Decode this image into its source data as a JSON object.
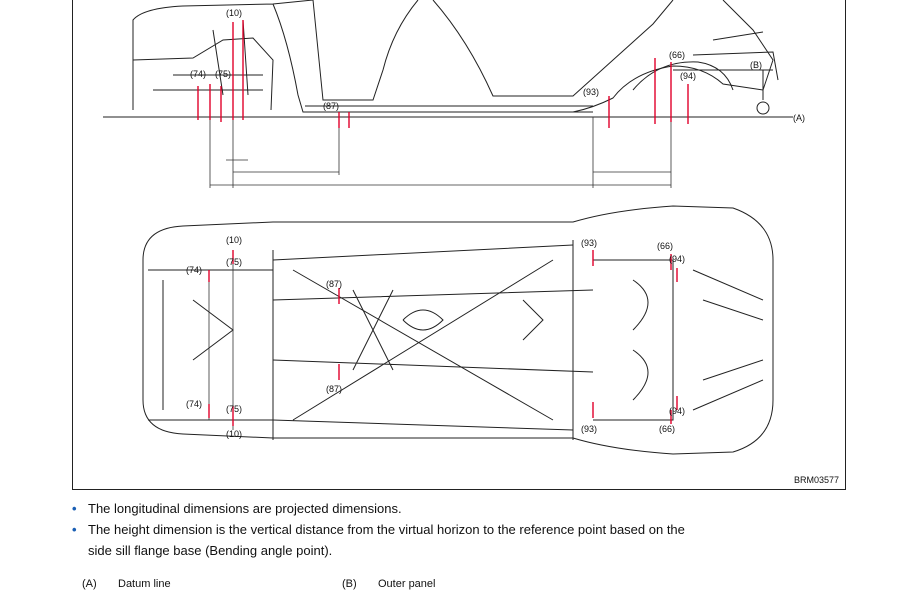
{
  "figure": {
    "ref_code": "BRM03577",
    "side_view_labels": {
      "p10": "(10)",
      "p74": "(74)",
      "p75": "(75)",
      "p87": "(87)",
      "p93": "(93)",
      "p66": "(66)",
      "p94": "(94)",
      "B": "(B)",
      "A": "(A)"
    },
    "bottom_view_labels": {
      "p10_top": "(10)",
      "p75_top": "(75)",
      "p74_top": "(74)",
      "p87_top": "(87)",
      "p87_bot": "(87)",
      "p74_bot": "(74)",
      "p75_bot": "(75)",
      "p10_bot": "(10)",
      "p93_top": "(93)",
      "p66_top": "(66)",
      "p94_top": "(94)",
      "p93_bot": "(93)",
      "p94_bot": "(94)",
      "p66_bot": "(66)"
    },
    "colors": {
      "line": "#222222",
      "marker": "#e0002a",
      "dim": "#333333"
    }
  },
  "notes": [
    {
      "bullet": "•",
      "text": "The longitudinal dimensions are projected dimensions."
    },
    {
      "bullet": "•",
      "text": "The height dimension is the vertical distance from the virtual horizon to the reference point based on the"
    },
    {
      "bullet": "",
      "text": "side sill flange base (Bending angle point)."
    }
  ],
  "legend": [
    {
      "key": "(A)",
      "label": "Datum line"
    },
    {
      "key": "(B)",
      "label": "Outer panel"
    }
  ]
}
